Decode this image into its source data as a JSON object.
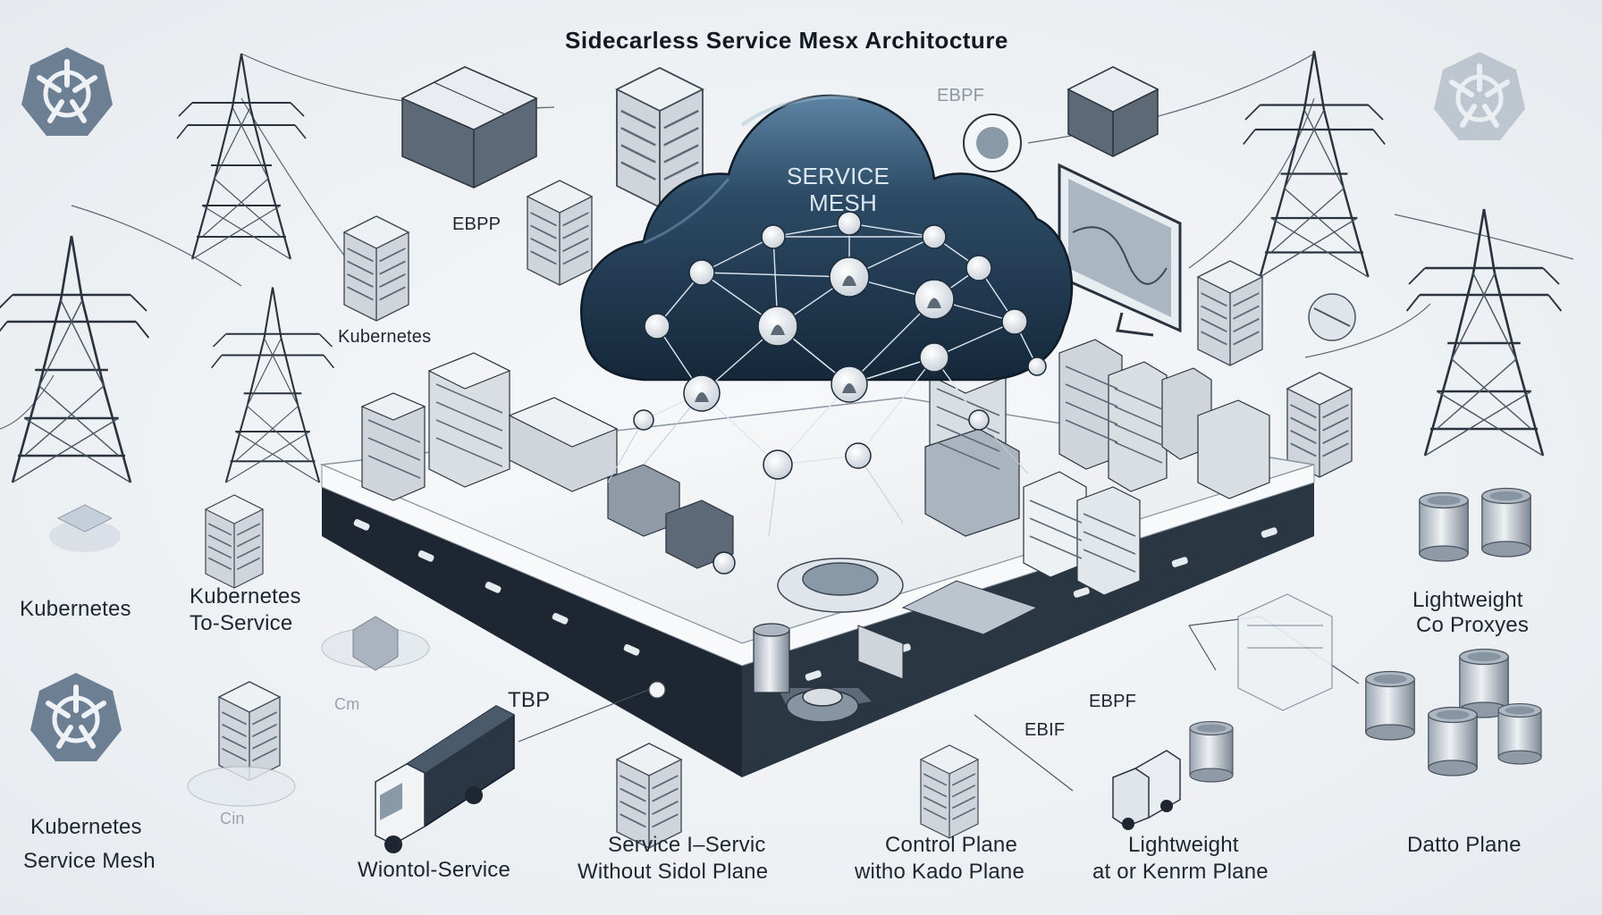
{
  "title": "Sidecarless Service Mesx Architocture",
  "cloud": {
    "line1": "SERVICE",
    "line2": "MESH"
  },
  "labels": {
    "ebpf_top_right": "EBPF",
    "ebpp_left": "EBPP",
    "kubernetes_mid_left": "Kubernetes",
    "kubernetes_left": "Kubernetes",
    "kubernetes_to_service_1": "Kubernetes",
    "kubernetes_to_service_2": "To-Service",
    "cm_faint": "Cm",
    "cin_faint": "Cin",
    "tbp": "TBP",
    "ebpf_bottom": "EBPF",
    "ebif": "EBIF",
    "lightweight_proxies_1": "Lightweight",
    "lightweight_proxies_2": "Co Proxyes",
    "kubernetes_service_mesh_1": "Kubernetes",
    "kubernetes_service_mesh_2": "Service Mesh",
    "wiontol_service": "Wiontol-Service",
    "service_servic_1": "Service I–Servic",
    "service_servic_2": "Without Sidol Plane",
    "control_plane_1": "Control Plane",
    "control_plane_2": "witho Kado Plane",
    "lightweight_bottom_1": "Lightweight",
    "lightweight_bottom_2": "at or Kenrm Plane",
    "datto_plane": "Datto Plane"
  },
  "colors": {
    "cloud": "#1f3a52",
    "cloud_light": "#4b7190",
    "platform_top": "#f2f4f6",
    "platform_side": "#1d2631",
    "building": "#d9dee3",
    "building_dark": "#5c6874",
    "logo": "#6d7f93"
  },
  "icons": [
    "kubernetes-logo-icon",
    "transmission-tower-icon",
    "server-rack-icon",
    "database-cylinder-icon",
    "delivery-truck-icon",
    "monitor-icon",
    "cube-icon",
    "network-node-icon"
  ]
}
